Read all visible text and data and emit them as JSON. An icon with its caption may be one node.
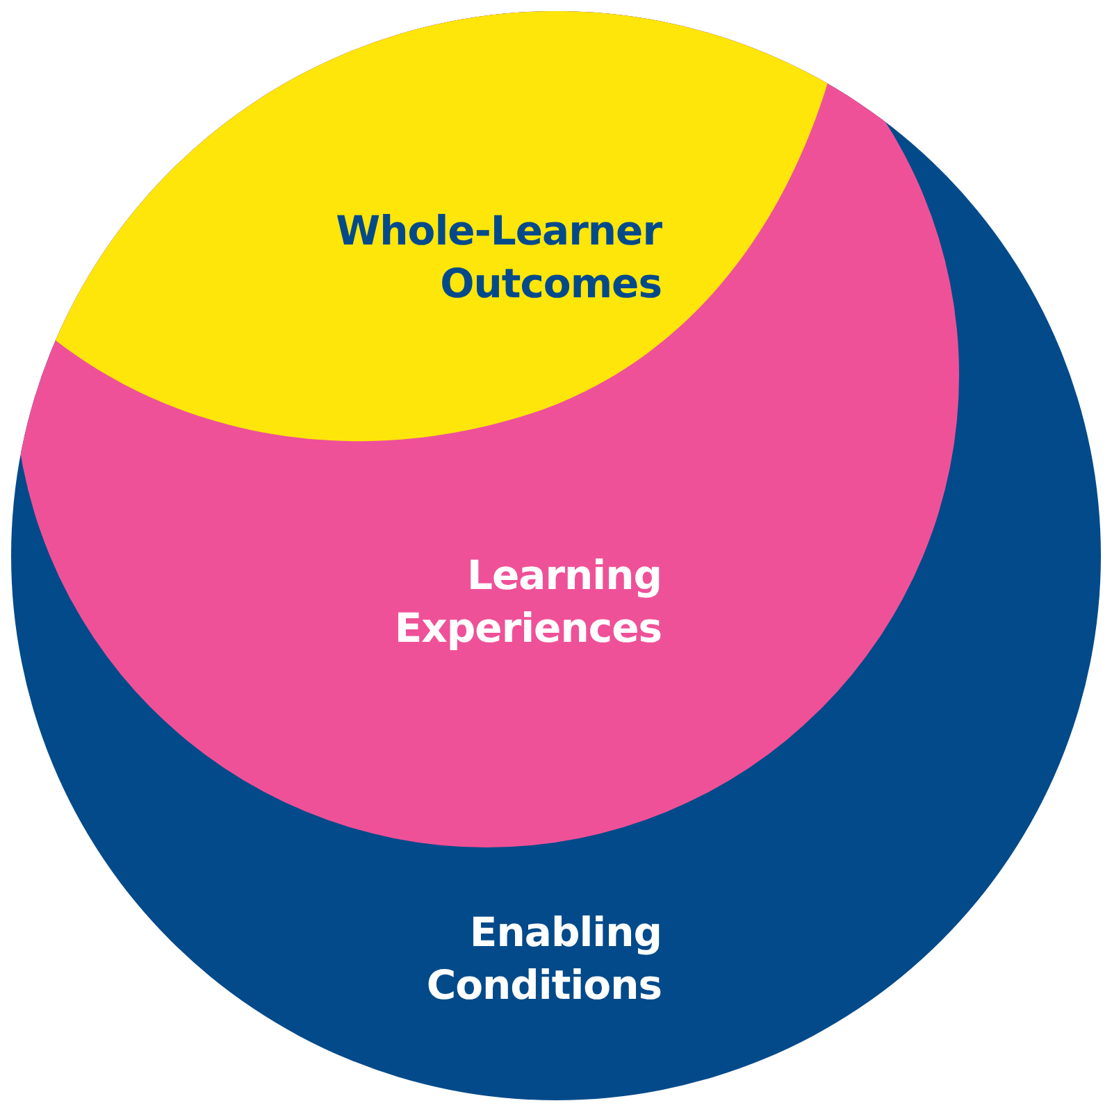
{
  "diagram": {
    "nodes": [
      {
        "text": [
          "Enabling Conditions"
        ]
      },
      {
        "text": [
          "Learning Experiences"
        ],
        "in": 0
      },
      {
        "text": [
          "Whole-Learner Outcomes"
        ],
        "in": 1
      }
    ]
  }
}
